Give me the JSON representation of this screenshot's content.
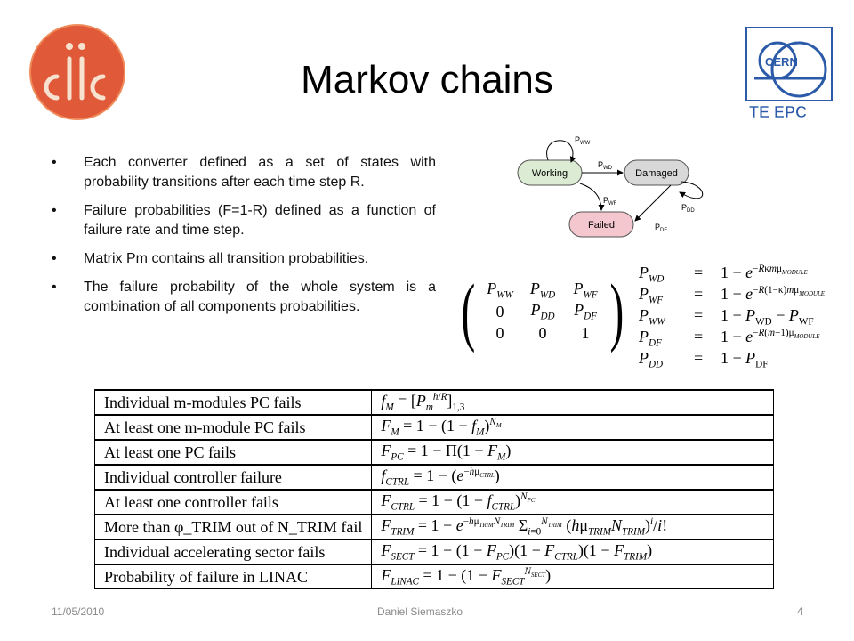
{
  "slide": {
    "title": "Markov chains",
    "bullets": [
      "Each converter defined as a set of states with probability transitions after each time step R.",
      "Failure probabilities (F=1-R) defined as a function of failure rate and time step.",
      "Matrix Pm contains all transition probabilities.",
      "The failure probability of the whole system is a combination of all components probabilities."
    ],
    "bullet_symbol": "•",
    "footer": {
      "date": "11/05/2010",
      "author": "Daniel Siemaszko",
      "page": "4"
    }
  },
  "logos": {
    "cern_label": "CERN",
    "dept_label": "TE EPC"
  },
  "diagram": {
    "states": [
      "Working",
      "Damaged",
      "Failed"
    ],
    "transitions": [
      "P_WW",
      "P_WD",
      "P_WF",
      "P_DD",
      "P_DF"
    ]
  },
  "matrix": [
    [
      "P_WW",
      "P_WD",
      "P_WF"
    ],
    [
      "0",
      "P_DD",
      "P_DF"
    ],
    [
      "0",
      "0",
      "1"
    ]
  ],
  "equations": [
    "P_WD = 1 − e^{−Rκmμ_MODULE}",
    "P_WF = 1 − e^{−R(1−κ)mμ_MODULE}",
    "P_WW = 1 − P_WD − P_WF",
    "P_DF = 1 − e^{−R(m−1)μ_MODULE}",
    "P_DD = 1 − P_DF"
  ],
  "failure_table": {
    "rows": [
      {
        "label": "Individual m-modules PC fails",
        "formula": "f_M = [P_m^{h/R}]_{1,3}"
      },
      {
        "label": "At least one m-module PC fails",
        "formula": "F_M = 1 − (1 − f_M)^{N_M}"
      },
      {
        "label": "At least one PC fails",
        "formula": "F_PC = 1 − Π(1 − F_M)"
      },
      {
        "label": "Individual controller failure",
        "formula": "f_CTRL = 1 − (e^{−hμ_CTRL})"
      },
      {
        "label": "At least one controller fails",
        "formula": "F_CTRL = 1 − (1 − f_CTRL)^{N_PC}"
      },
      {
        "label": "More than φ_TRIM out of N_TRIM fail",
        "formula": "F_TRIM = 1 − e^{−hμ_TRIM N_TRIM} Σ_{i=0}^{N_TRIM} (hμ_TRIM N_TRIM)^i / i!"
      },
      {
        "label": "Individual accelerating sector fails",
        "formula": "F_SECT = 1 − (1 − F_PC)(1 − F_CTRL)(1 − F_TRIM)"
      },
      {
        "label": "Probability of failure in LINAC",
        "formula": "F_LINAC = 1 − (1 − F_SECT^{N_SECT})"
      }
    ]
  }
}
